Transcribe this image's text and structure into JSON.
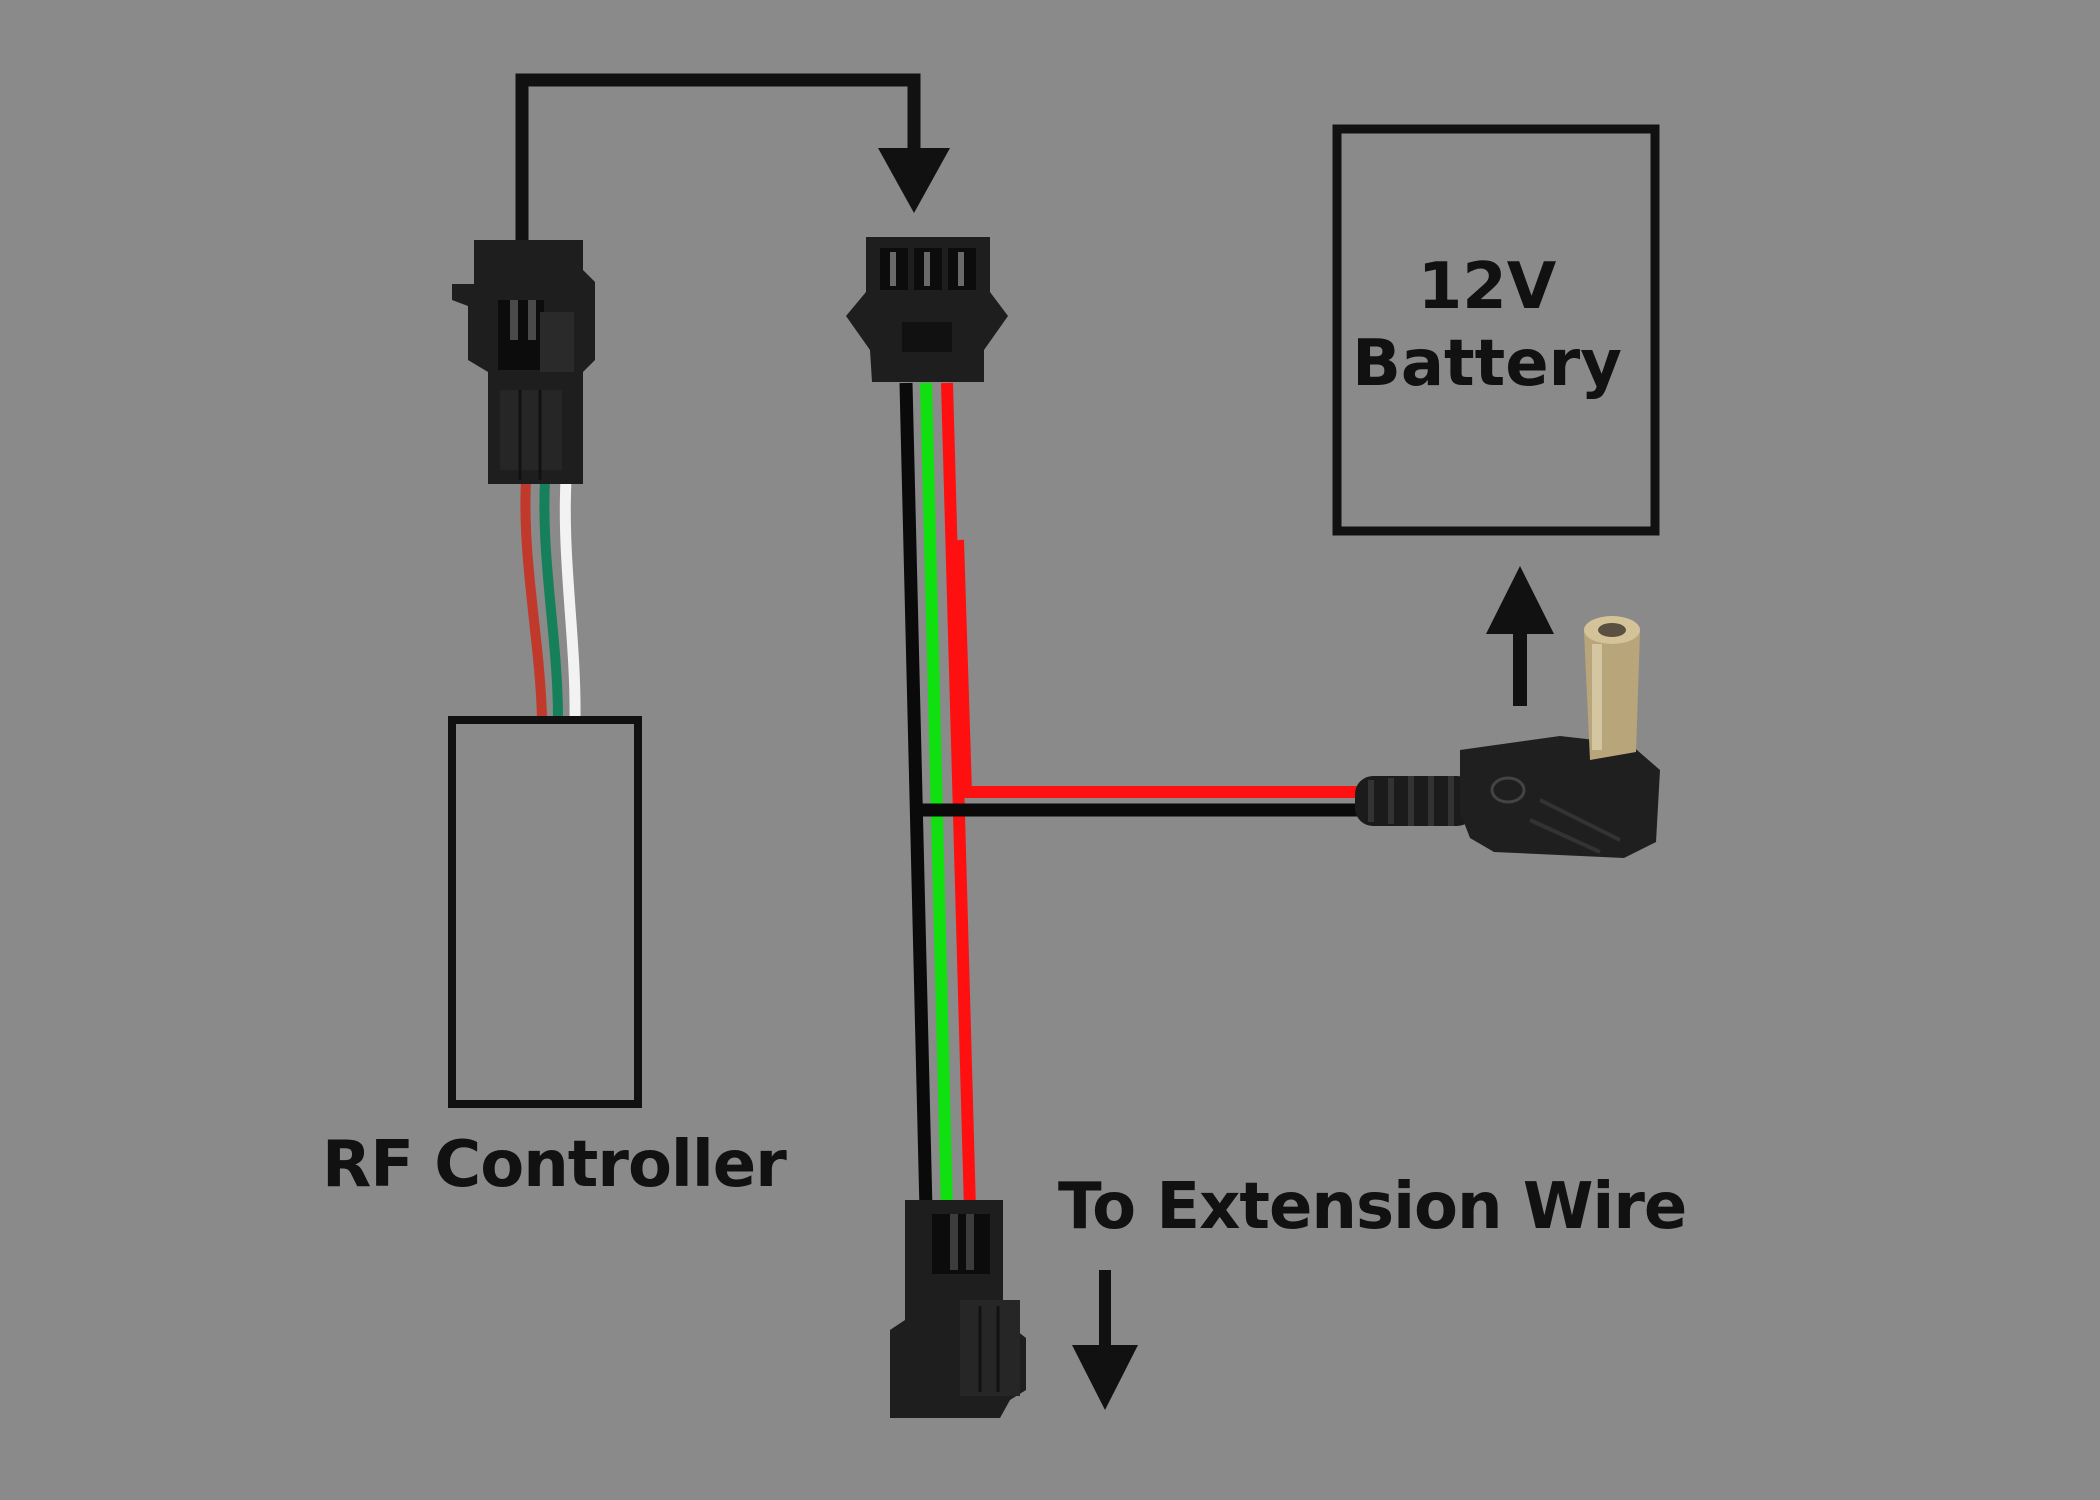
{
  "labels": {
    "rf_controller": "RF Controller",
    "extension": "To Extension Wire",
    "battery_line1": "12V",
    "battery_line2": "Battery"
  },
  "colors": {
    "background": "#8a8a8a",
    "outline": "#111111",
    "wire_red": "#ff1010",
    "wire_green": "#10e010",
    "wire_black": "#0a0a0a",
    "controller_wire_red": "#c0392b",
    "controller_wire_green": "#16805a",
    "controller_wire_white": "#f2f2f2",
    "connector_body": "#1e1e1e"
  },
  "icons": {
    "flow_arrow": "arrow-down-icon",
    "battery_arrow": "arrow-up-icon",
    "extension_arrow": "arrow-down-icon"
  }
}
